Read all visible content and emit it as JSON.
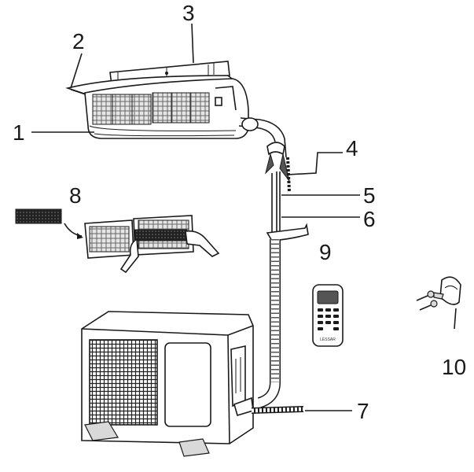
{
  "callouts": {
    "n1": "1",
    "n2": "2",
    "n3": "3",
    "n4": "4",
    "n5": "5",
    "n6": "6",
    "n7": "7",
    "n8": "8",
    "n9": "9",
    "n10": "10"
  },
  "remote": {
    "brand": "LESSAR"
  },
  "colors": {
    "line": "#1a1a1a",
    "grey": "#d9d9d9",
    "dark": "#555555",
    "background": "#ffffff"
  },
  "icons": [
    "indoor-unit",
    "outdoor-unit",
    "remote-control",
    "mounting-plate",
    "air-filter",
    "wall-bracket"
  ]
}
